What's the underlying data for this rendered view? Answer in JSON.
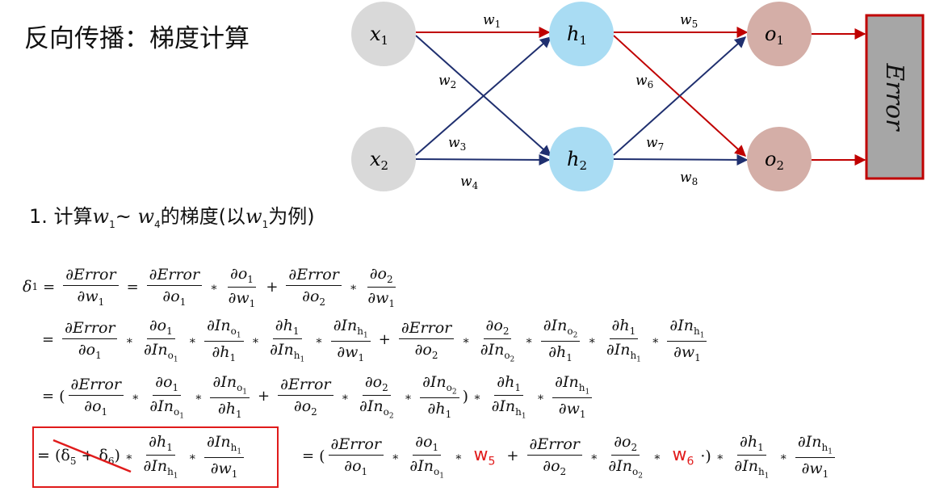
{
  "title": "反向传播：梯度计算",
  "subtitle": {
    "prefix": "1. 计算",
    "w_a": "w",
    "w_a_sub": "1",
    "tilde": "~ ",
    "w_b": "w",
    "w_b_sub": "4",
    "mid": "的梯度(以",
    "w_c": "w",
    "w_c_sub": "1",
    "suffix": "为例)"
  },
  "network": {
    "nodes": [
      {
        "id": "x1",
        "symbol": "x",
        "sub": "1",
        "color": "#d9d9d9"
      },
      {
        "id": "x2",
        "symbol": "x",
        "sub": "2",
        "color": "#d9d9d9"
      },
      {
        "id": "h1",
        "symbol": "h",
        "sub": "1",
        "color": "#a9dcf3"
      },
      {
        "id": "h2",
        "symbol": "h",
        "sub": "2",
        "color": "#a9dcf3"
      },
      {
        "id": "o1",
        "symbol": "o",
        "sub": "1",
        "color": "#d4aea7"
      },
      {
        "id": "o2",
        "symbol": "o",
        "sub": "2",
        "color": "#d4aea7"
      }
    ],
    "weights": [
      {
        "label": "w",
        "sub": "1"
      },
      {
        "label": "w",
        "sub": "2"
      },
      {
        "label": "w",
        "sub": "3"
      },
      {
        "label": "w",
        "sub": "4"
      },
      {
        "label": "w",
        "sub": "5"
      },
      {
        "label": "w",
        "sub": "6"
      },
      {
        "label": "w",
        "sub": "7"
      },
      {
        "label": "w",
        "sub": "8"
      }
    ],
    "error_label": "Error",
    "colors": {
      "red": "#c00000",
      "navy": "#1f2f6f",
      "error_fill": "#a6a6a6",
      "error_border": "#c00000"
    }
  },
  "equations": {
    "delta": "δ",
    "partial": "∂",
    "error": "Error",
    "In": "In",
    "equals": "=",
    "plus": "+",
    "star": "∗",
    "open_paren": "(",
    "close_paren": ")",
    "close_dot_paren": "·)",
    "box_lhs": "= (δ",
    "box_plus": " + δ",
    "box_rhs": ")",
    "red_w5": "w",
    "red_w5_sub": "5",
    "red_w6": "w",
    "red_w6_sub": "6",
    "red_color": "#e11c1c"
  }
}
